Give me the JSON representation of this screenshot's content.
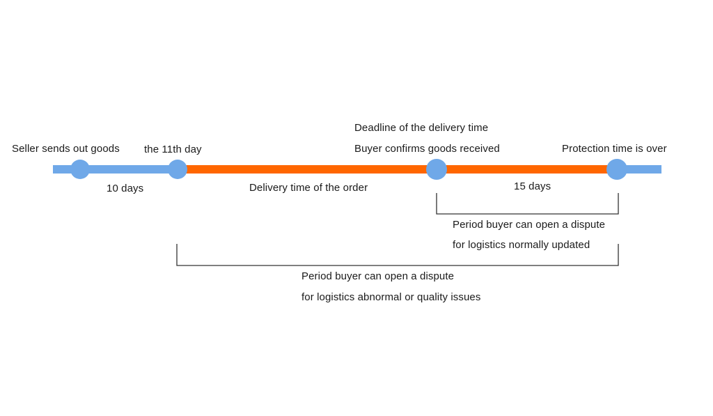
{
  "colors": {
    "line_outer": "#6fa8e8",
    "line_mid": "#ff6600",
    "milestone": "#6fa8e8",
    "bracket": "#333333",
    "text": "#1a1a1a"
  },
  "milestones": {
    "start": "Seller sends out goods",
    "day11": "the 11th day",
    "deadline_line1": "Deadline of the delivery time",
    "deadline_line2": "Buyer confirms goods received",
    "end": "Protection time is over"
  },
  "periods": {
    "first": "10 days",
    "delivery": "Delivery time of the order",
    "last": "15 days"
  },
  "disputes": {
    "normal_line1": "Period buyer can open a dispute",
    "normal_line2": "for logistics normally updated",
    "abnormal_line1": "Period buyer can open a dispute",
    "abnormal_line2": "for logistics abnormal or quality issues"
  }
}
